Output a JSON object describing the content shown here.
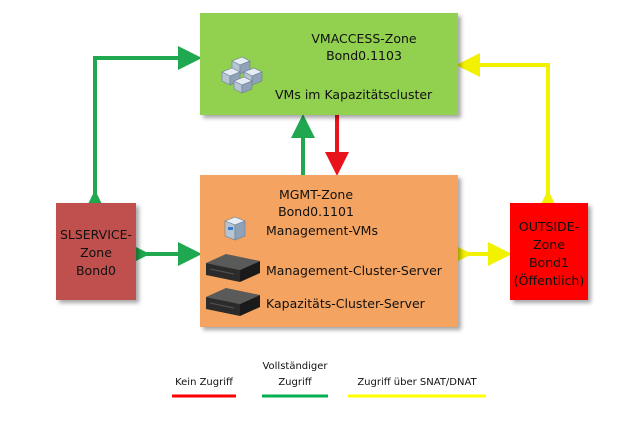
{
  "zones": {
    "vmaccess": {
      "title": "VMACCESS-Zone",
      "subtitle": "Bond0.1103",
      "content": "VMs im Kapazitätscluster"
    },
    "mgmt": {
      "title": "MGMT-Zone",
      "subtitle": "Bond0.1101",
      "items": [
        "Management-VMs",
        "Management-Cluster-Server",
        "Kapazitäts-Cluster-Server"
      ]
    },
    "slservice": {
      "line1": "SLSERVICE-",
      "line2": "Zone",
      "line3": "Bond0"
    },
    "outside": {
      "line1": "OUTSIDE-",
      "line2": "Zone",
      "line3": "Bond1",
      "line4": "(Öffentlich)"
    }
  },
  "legend": {
    "red": {
      "label": "Kein Zugriff",
      "color": "#ff0000"
    },
    "green": {
      "label_line1": "Vollständiger",
      "label_line2": "Zugriff",
      "color": "#00b050"
    },
    "yellow": {
      "label": "Zugriff über SNAT/DNAT",
      "color": "#ffff00"
    }
  },
  "colors": {
    "green_arrow": "#1fa84f",
    "yellow_arrow": "#ffff00",
    "red_arrow": "#e8141c"
  }
}
